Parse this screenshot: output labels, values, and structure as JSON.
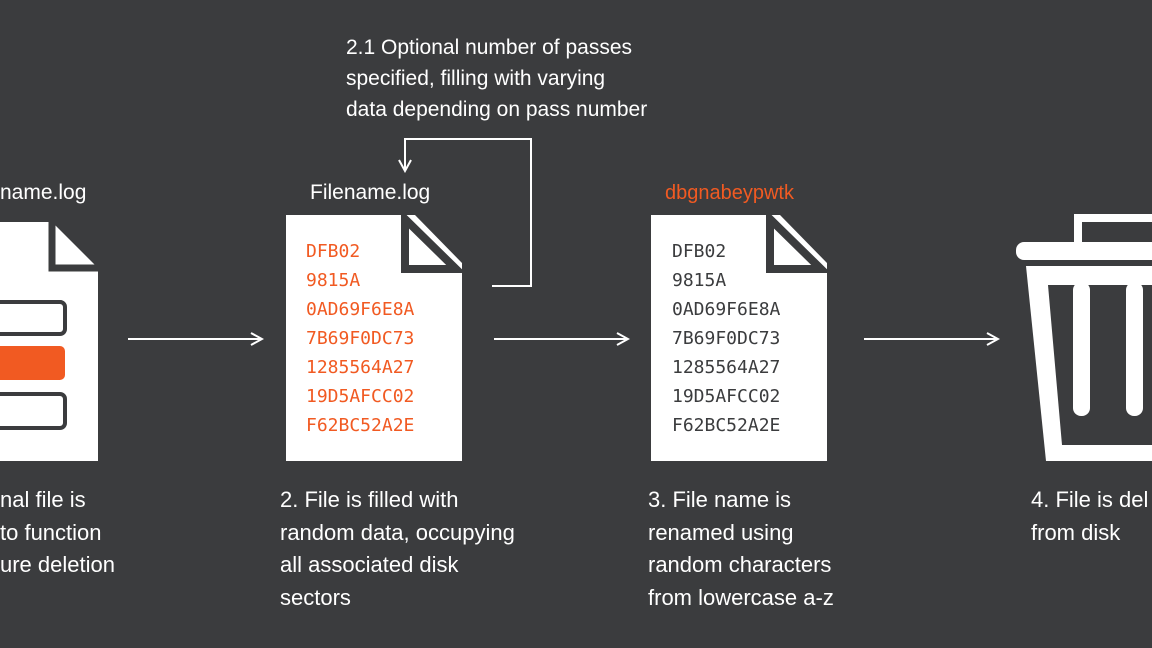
{
  "colors": {
    "background": "#3b3c3e",
    "foreground": "#ffffff",
    "accent": "#f15a22"
  },
  "pass_note": {
    "lines": [
      "2.1 Optional number of passes",
      "specified, filling with varying",
      "data depending on pass number"
    ]
  },
  "steps": [
    {
      "filename": "name.log",
      "caption": [
        "nal file is",
        "to function",
        "ure deletion"
      ],
      "icon": "document-icon"
    },
    {
      "filename": "Filename.log",
      "caption": [
        "2. File is filled with",
        "random data, occupying",
        "all associated disk",
        "sectors"
      ],
      "icon": "document-icon",
      "data_lines": [
        "DFB02",
        "9815A",
        "0AD69F6E8A",
        "7B69F0DC73",
        "1285564A27",
        "19D5AFCC02",
        "F62BC52A2E"
      ]
    },
    {
      "filename": "dbgnabeypwtk",
      "caption": [
        "3. File name is",
        "renamed using",
        "random characters",
        "from lowercase a-z"
      ],
      "icon": "document-icon",
      "data_lines": [
        "DFB02",
        "9815A",
        "0AD69F6E8A",
        "7B69F0DC73",
        "1285564A27",
        "19D5AFCC02",
        "F62BC52A2E"
      ]
    },
    {
      "caption": [
        "4. File is del",
        "from disk"
      ],
      "icon": "trash-icon"
    }
  ]
}
